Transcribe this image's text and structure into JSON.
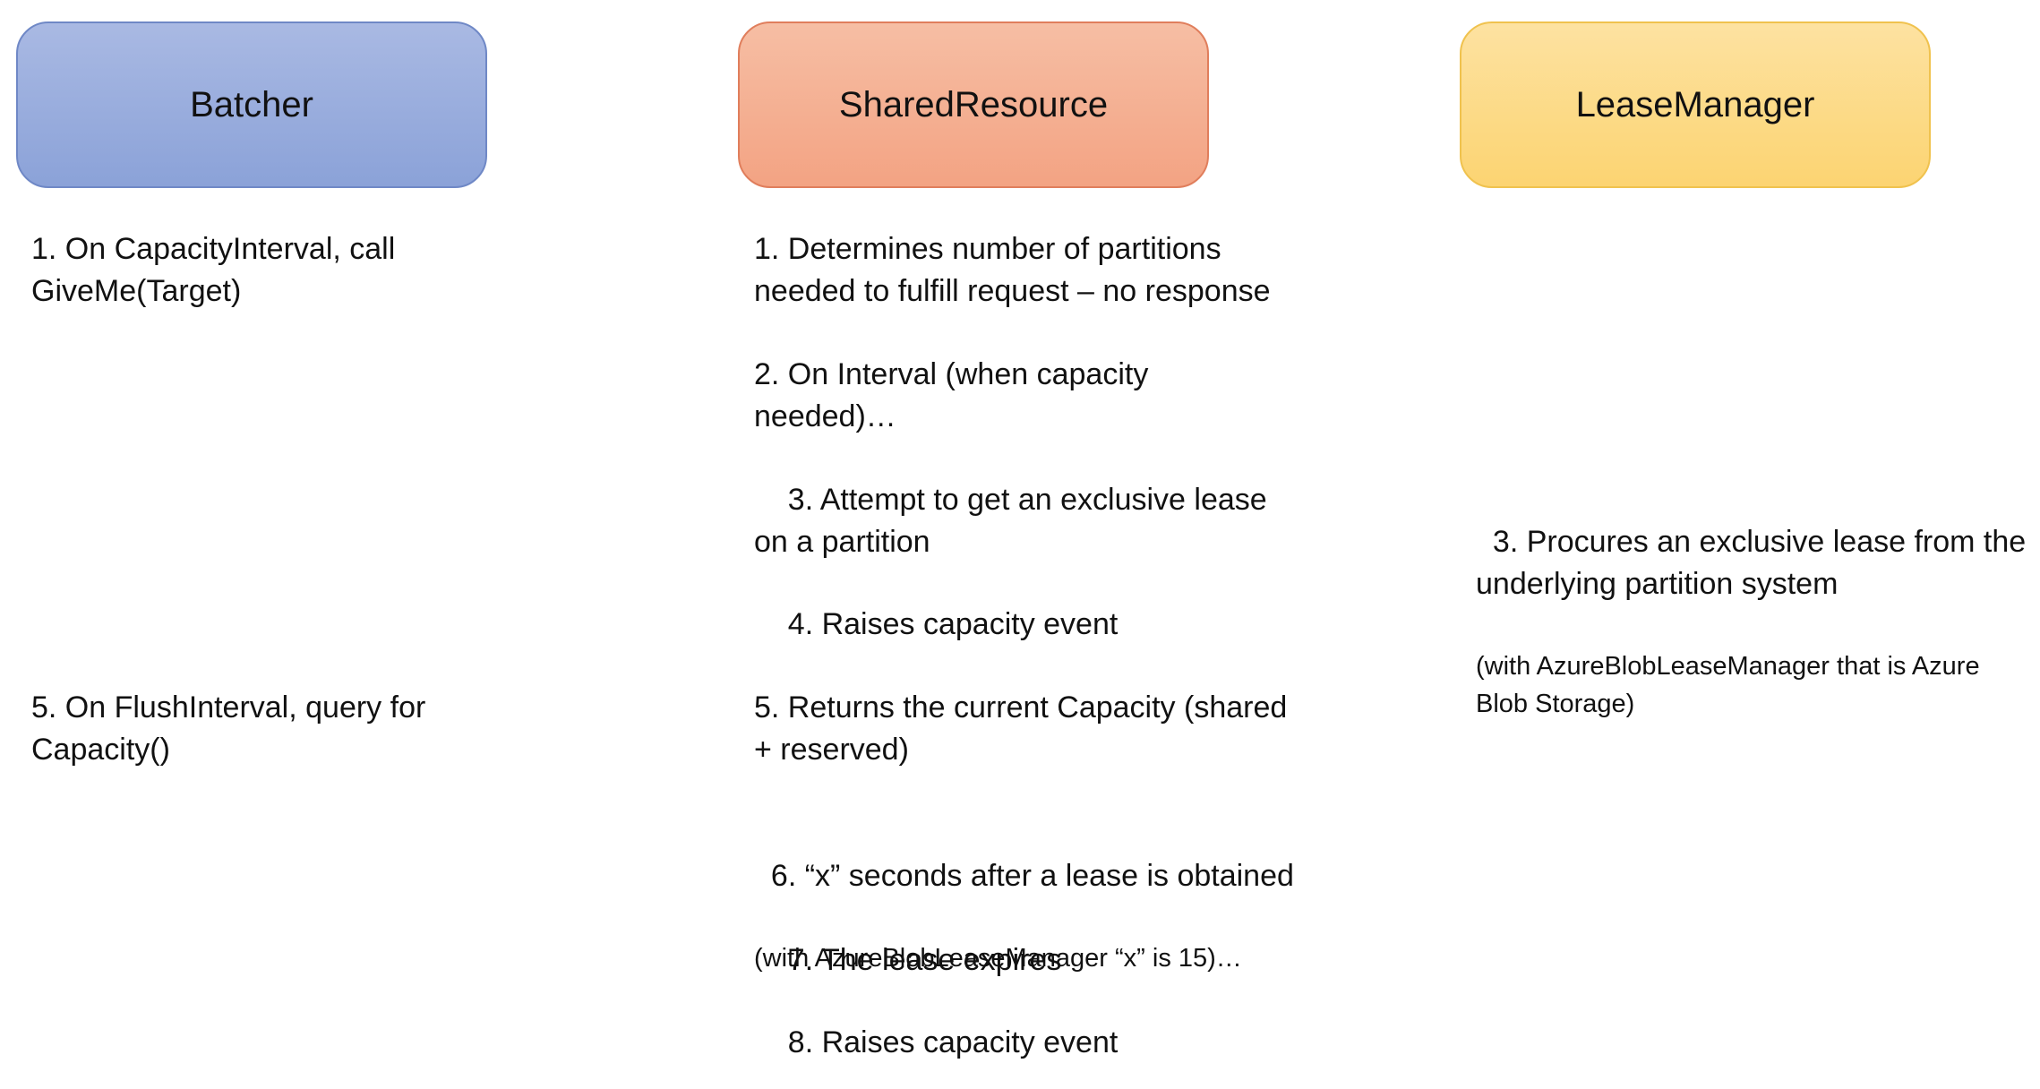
{
  "batcher": {
    "title": "Batcher",
    "steps": [
      "1. On CapacityInterval, call\nGiveMe(Target)",
      "5. On FlushInterval, query for\nCapacity()"
    ]
  },
  "shared_resource": {
    "title": "SharedResource",
    "steps": [
      "1. Determines number of partitions\nneeded to fulfill request – no response",
      "2. On Interval (when capacity\nneeded)…",
      "    3. Attempt to get an exclusive lease\non a partition",
      "    4. Raises capacity event",
      "5. Returns the current Capacity (shared\n+ reserved)",
      "6. “x” seconds after a lease is obtained",
      "    7. The lease expires",
      "    8. Raises capacity event"
    ],
    "step6_note": "(with AzureBlobLeaseManager “x” is 15)…"
  },
  "lease_manager": {
    "title": "LeaseManager",
    "steps": [
      "3. Procures an exclusive lease from the\nunderlying partition system"
    ],
    "step3_note": "(with AzureBlobLeaseManager that is Azure\nBlob Storage)"
  },
  "colors": {
    "batcher_fill": "#8ba2d8",
    "shared_fill": "#f3a383",
    "lease_fill": "#fcd472"
  }
}
